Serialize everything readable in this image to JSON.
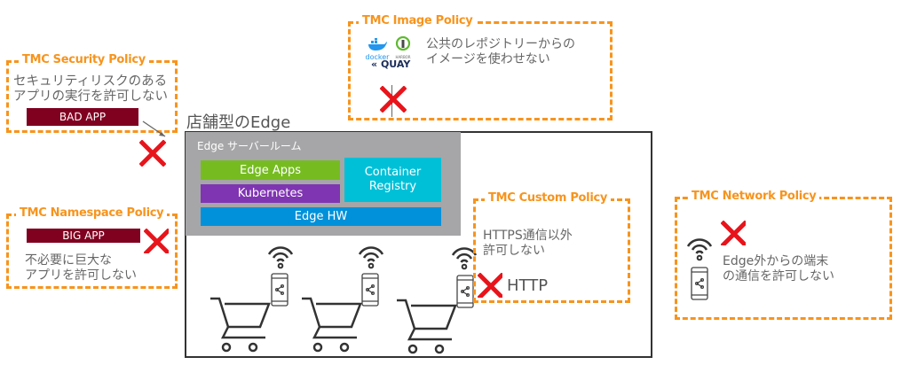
{
  "colors": {
    "policy": "#f7941d",
    "deny": "#e8141b",
    "bad_app": "#800020",
    "edge_apps": "#76bc21",
    "kubernetes": "#7f35b2",
    "container_registry": "#00c0d8",
    "edge_hw": "#0091da",
    "server_room": "#a6a6a8"
  },
  "image_policy": {
    "title": "TMC Image Policy",
    "text1": "公共のレポジトリーからの",
    "text2": "イメージを使わせない",
    "logos": [
      "docker",
      "HARBOR",
      "QUAY"
    ]
  },
  "security_policy": {
    "title": "TMC Security Policy",
    "text1": "セキュリティリスクのある",
    "text2": "アプリの実行を許可しない",
    "app": "BAD APP"
  },
  "namespace_policy": {
    "title": "TMC Namespace Policy",
    "app": "BIG APP",
    "text1": "不必要に巨大な",
    "text2": "アプリを許可しない"
  },
  "edge": {
    "title": "店舗型のEdge",
    "server_room": "Edge サーバールーム",
    "edge_apps": "Edge Apps",
    "kubernetes": "Kubernetes",
    "registry1": "Container",
    "registry2": "Registry",
    "edge_hw": "Edge HW"
  },
  "custom_policy": {
    "title": "TMC Custom Policy",
    "text1": "HTTPS通信以外",
    "text2": "許可しない",
    "blocked": "HTTP"
  },
  "network_policy": {
    "title": "TMC Network Policy",
    "text1": "Edge外からの端末",
    "text2": "の通信を許可しない"
  }
}
